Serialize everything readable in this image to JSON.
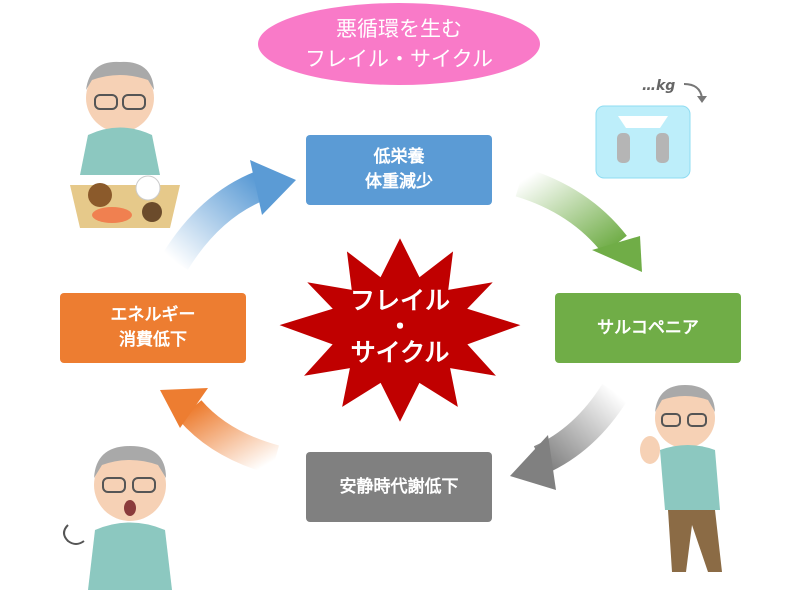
{
  "title": {
    "line1": "悪循環を生む",
    "line2": "フレイル・サイクル"
  },
  "center": {
    "line1": "フレイル",
    "line2": "・",
    "line3": "サイクル",
    "color": "#c00000"
  },
  "stages": [
    {
      "line1": "低栄養",
      "line2": "体重減少",
      "color": "#5b9bd5"
    },
    {
      "line1": "サルコペニア",
      "line2": "",
      "color": "#70ad47"
    },
    {
      "line1": "安静時代謝低下",
      "line2": "",
      "color": "#808080"
    },
    {
      "line1": "エネルギー",
      "line2": "消費低下",
      "color": "#ed7d31"
    }
  ],
  "scale_label": "…kg"
}
